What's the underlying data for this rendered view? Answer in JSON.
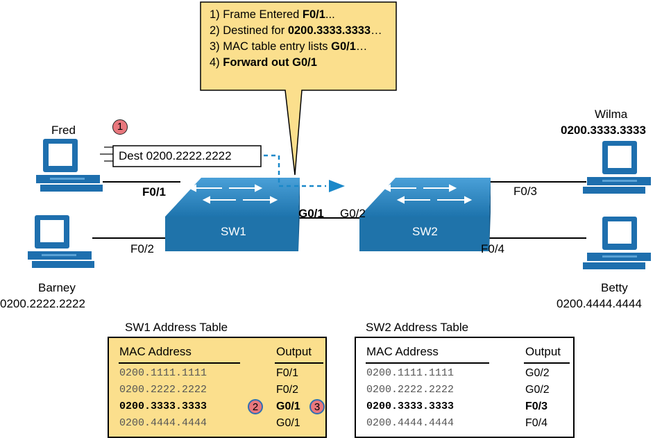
{
  "callout": {
    "line1": {
      "prefix": "1) Frame Entered ",
      "bold": "F0/1",
      "suffix": "..."
    },
    "line2": {
      "prefix": "2) Destined for ",
      "bold": "0200.3333.3333",
      "suffix": "…"
    },
    "line3": {
      "prefix": "3) MAC table entry lists ",
      "bold": "G0/1",
      "suffix": "…"
    },
    "line4": {
      "prefix": "4) ",
      "bold": "Forward out G0/1",
      "suffix": ""
    }
  },
  "hosts": {
    "fred": {
      "name": "Fred"
    },
    "barney": {
      "name": "Barney",
      "mac": "0200.2222.2222"
    },
    "wilma": {
      "name": "Wilma",
      "mac": "0200.3333.3333"
    },
    "betty": {
      "name": "Betty",
      "mac": "0200.4444.4444"
    }
  },
  "frame": {
    "label": "Dest 0200.2222.2222",
    "step": "1"
  },
  "switches": {
    "sw1": "SW1",
    "sw2": "SW2"
  },
  "ports": {
    "sw1_fred": "F0/1",
    "sw1_barney": "F0/2",
    "sw1_uplink": "G0/1",
    "sw2_uplink": "G0/2",
    "sw2_wilma": "F0/3",
    "sw2_betty": "F0/4"
  },
  "tables": {
    "sw1": {
      "title": "SW1 Address Table",
      "col_mac": "MAC Address",
      "col_out": "Output",
      "rows": [
        {
          "mac": "0200.1111.1111",
          "out": "F0/1"
        },
        {
          "mac": "0200.2222.2222",
          "out": "F0/2"
        },
        {
          "mac": "0200.3333.3333",
          "out": "G0/1"
        },
        {
          "mac": "0200.4444.4444",
          "out": "G0/1"
        }
      ],
      "step_mac": "2",
      "step_out": "3"
    },
    "sw2": {
      "title": "SW2 Address Table",
      "col_mac": "MAC Address",
      "col_out": "Output",
      "rows": [
        {
          "mac": "0200.1111.1111",
          "out": "G0/2"
        },
        {
          "mac": "0200.2222.2222",
          "out": "G0/2"
        },
        {
          "mac": "0200.3333.3333",
          "out": "F0/3"
        },
        {
          "mac": "0200.4444.4444",
          "out": "F0/4"
        }
      ]
    }
  },
  "colors": {
    "callout_fill": "#fbdf8d",
    "switch_blue": "#1f73aa",
    "host_blue": "#1e6fae",
    "frame_arrow": "#1a88c9",
    "step_badge": "#e8777d"
  }
}
